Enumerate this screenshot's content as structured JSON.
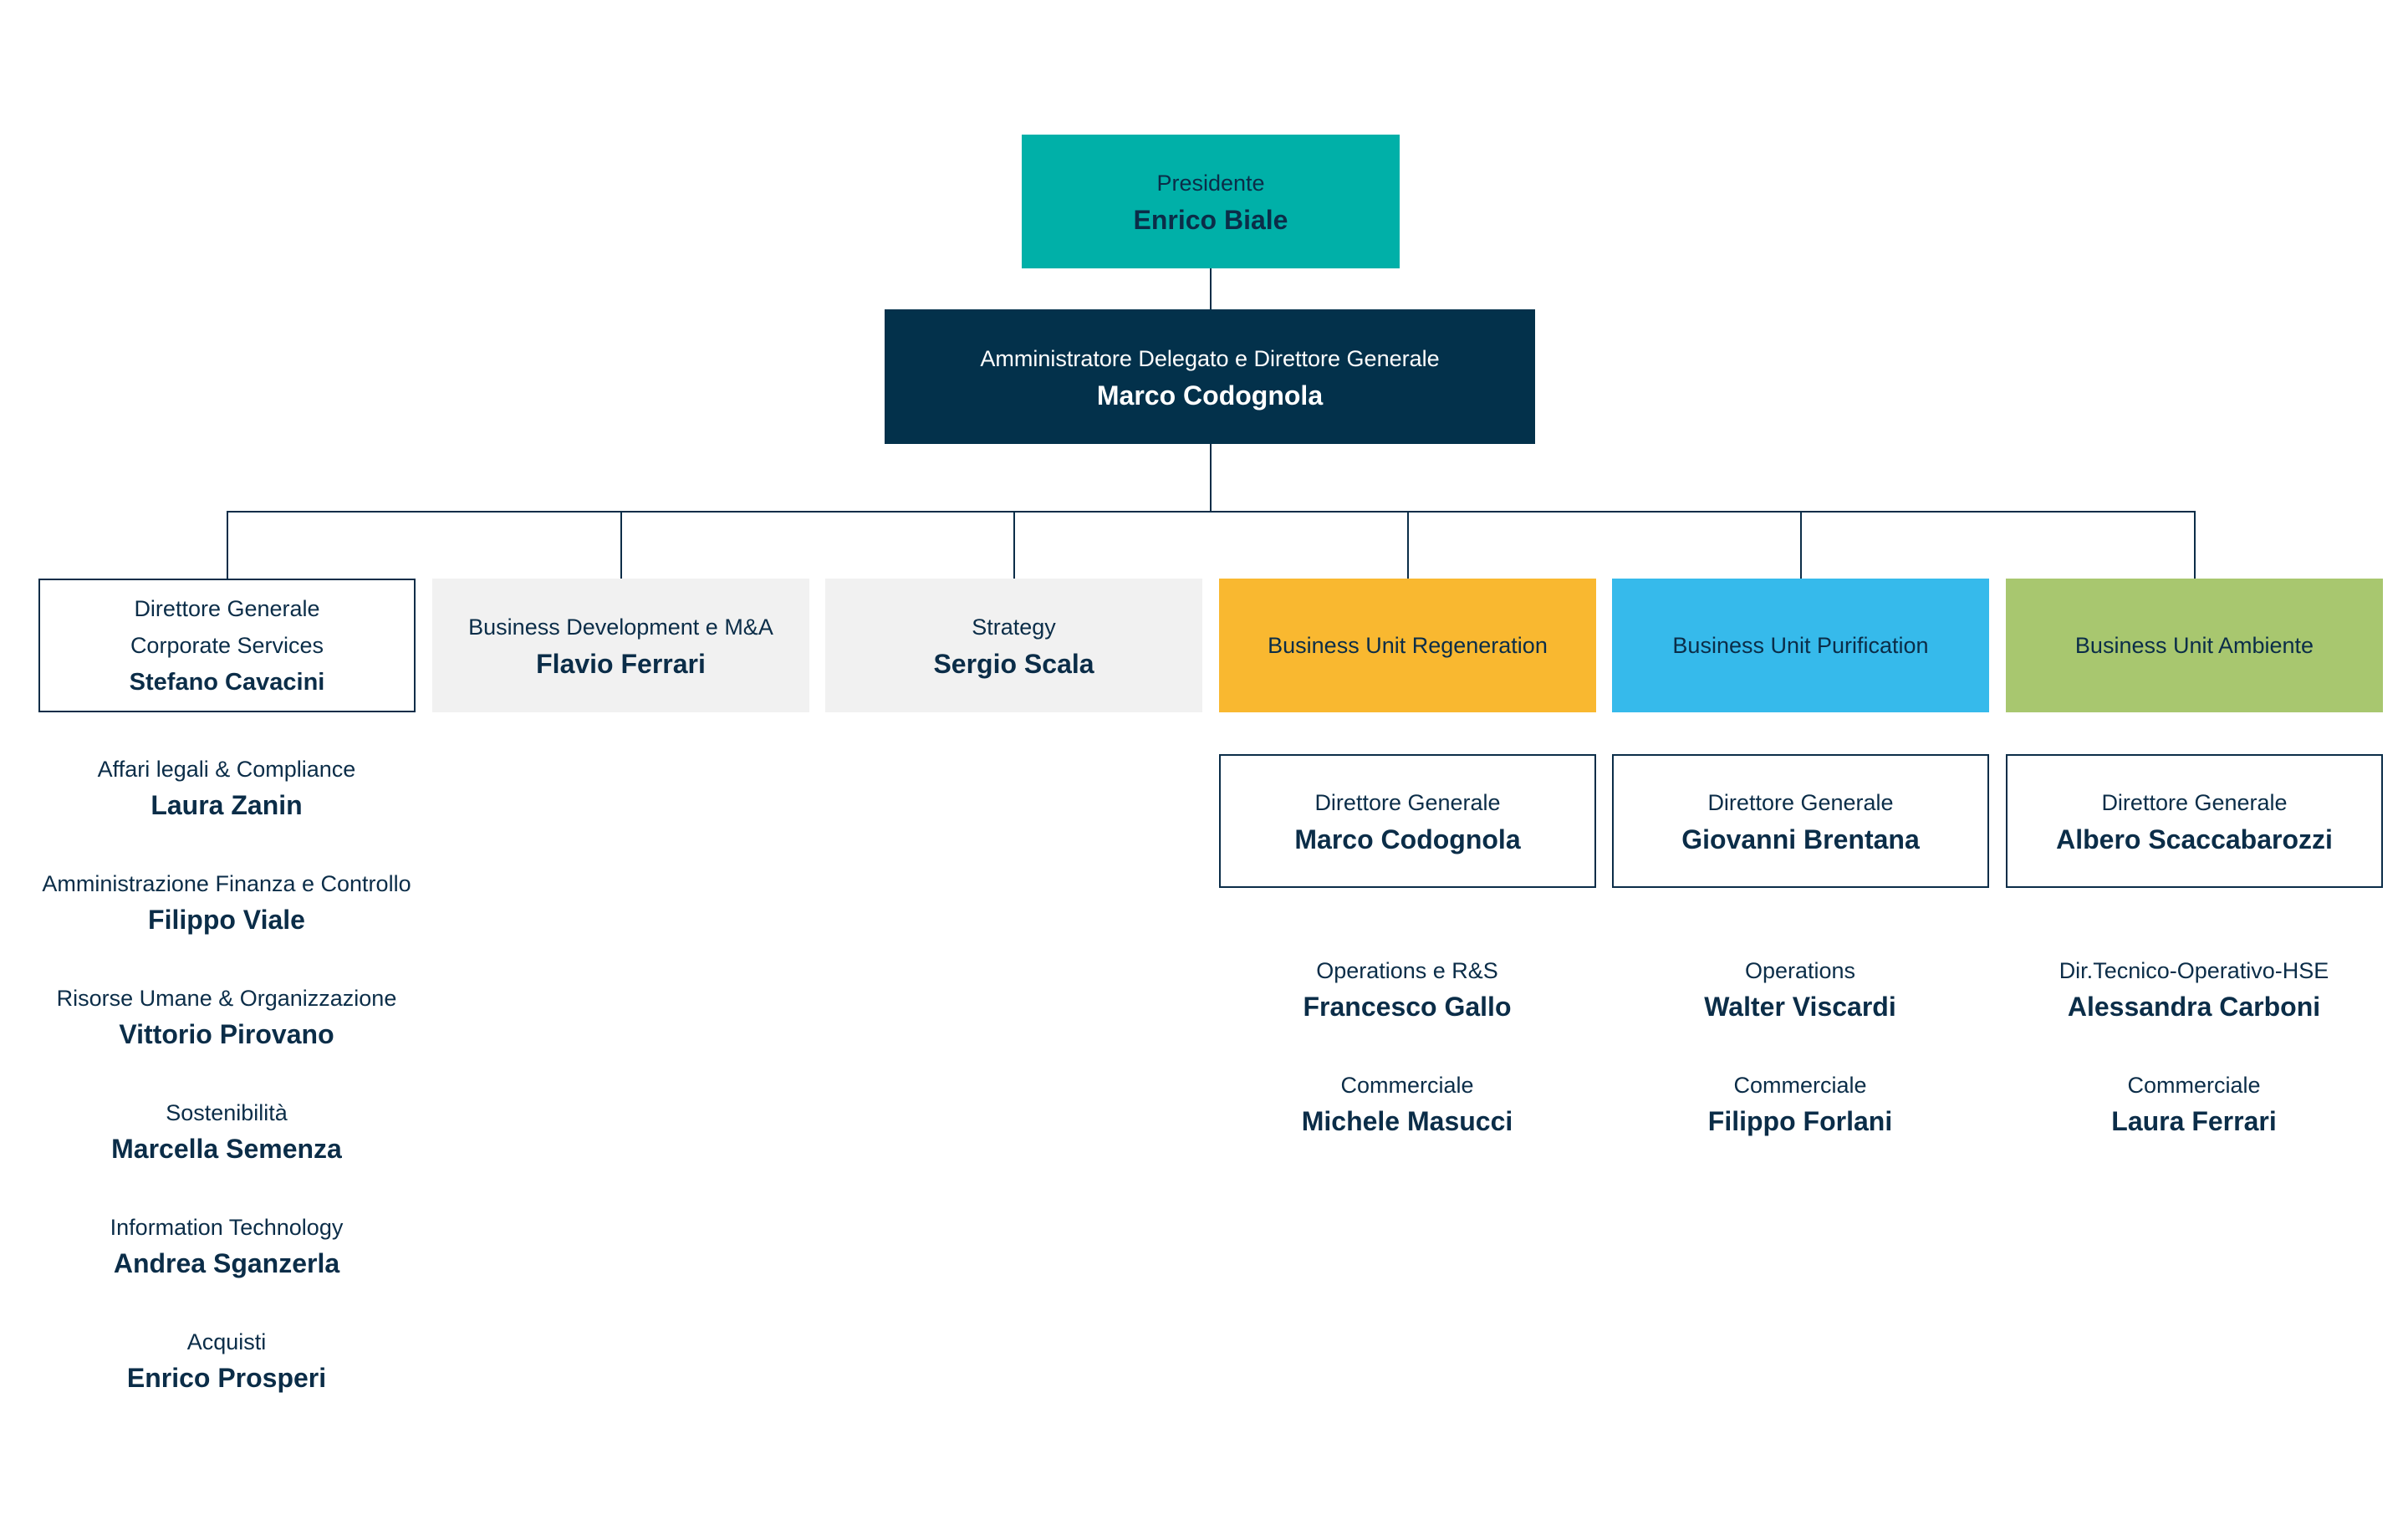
{
  "colors": {
    "navy": "#03314b",
    "teal": "#00b0a8",
    "regeneration": "#f9b830",
    "purification": "#36baeb",
    "ambiente": "#a8c76f",
    "light_gray": "#f1f1f1",
    "text": "#0b2d48"
  },
  "president": {
    "role": "Presidente",
    "name": "Enrico Biale"
  },
  "ceo": {
    "role": "Amministratore Delegato e Direttore Generale",
    "name": "Marco Codognola"
  },
  "divisions": {
    "corporate": {
      "role_line1": "Direttore Generale",
      "role_line2": "Corporate Services",
      "name": "Stefano Cavacini"
    },
    "business_development": {
      "role": "Business Development e M&A",
      "name": "Flavio Ferrari"
    },
    "strategy": {
      "role": "Strategy",
      "name": "Sergio Scala"
    },
    "regeneration": {
      "label": "Business Unit Regeneration"
    },
    "purification": {
      "label": "Business Unit Purification"
    },
    "ambiente": {
      "label": "Business Unit Ambiente"
    }
  },
  "corporate_services": [
    {
      "role": "Affari legali & Compliance",
      "name": "Laura Zanin"
    },
    {
      "role": "Amministrazione Finanza e Controllo",
      "name": "Filippo Viale"
    },
    {
      "role": "Risorse Umane & Organizzazione",
      "name": "Vittorio Pirovano"
    },
    {
      "role": "Sostenibilità",
      "name": "Marcella Semenza"
    },
    {
      "role": "Information Technology",
      "name": "Andrea Sganzerla"
    },
    {
      "role": "Acquisti",
      "name": "Enrico Prosperi"
    }
  ],
  "regeneration": {
    "director": {
      "role": "Direttore Generale",
      "name": "Marco Codognola"
    },
    "staff": [
      {
        "role": "Operations e R&S",
        "name": "Francesco Gallo"
      },
      {
        "role": "Commerciale",
        "name": "Michele Masucci"
      }
    ]
  },
  "purification": {
    "director": {
      "role": "Direttore Generale",
      "name": "Giovanni Brentana"
    },
    "staff": [
      {
        "role": "Operations",
        "name": "Walter Viscardi"
      },
      {
        "role": "Commerciale",
        "name": "Filippo Forlani"
      }
    ]
  },
  "ambiente": {
    "director": {
      "role": "Direttore Generale",
      "name": "Albero Scaccabarozzi"
    },
    "staff": [
      {
        "role": "Dir.Tecnico-Operativo-HSE",
        "name": "Alessandra Carboni"
      },
      {
        "role": "Commerciale",
        "name": "Laura Ferrari"
      }
    ]
  }
}
